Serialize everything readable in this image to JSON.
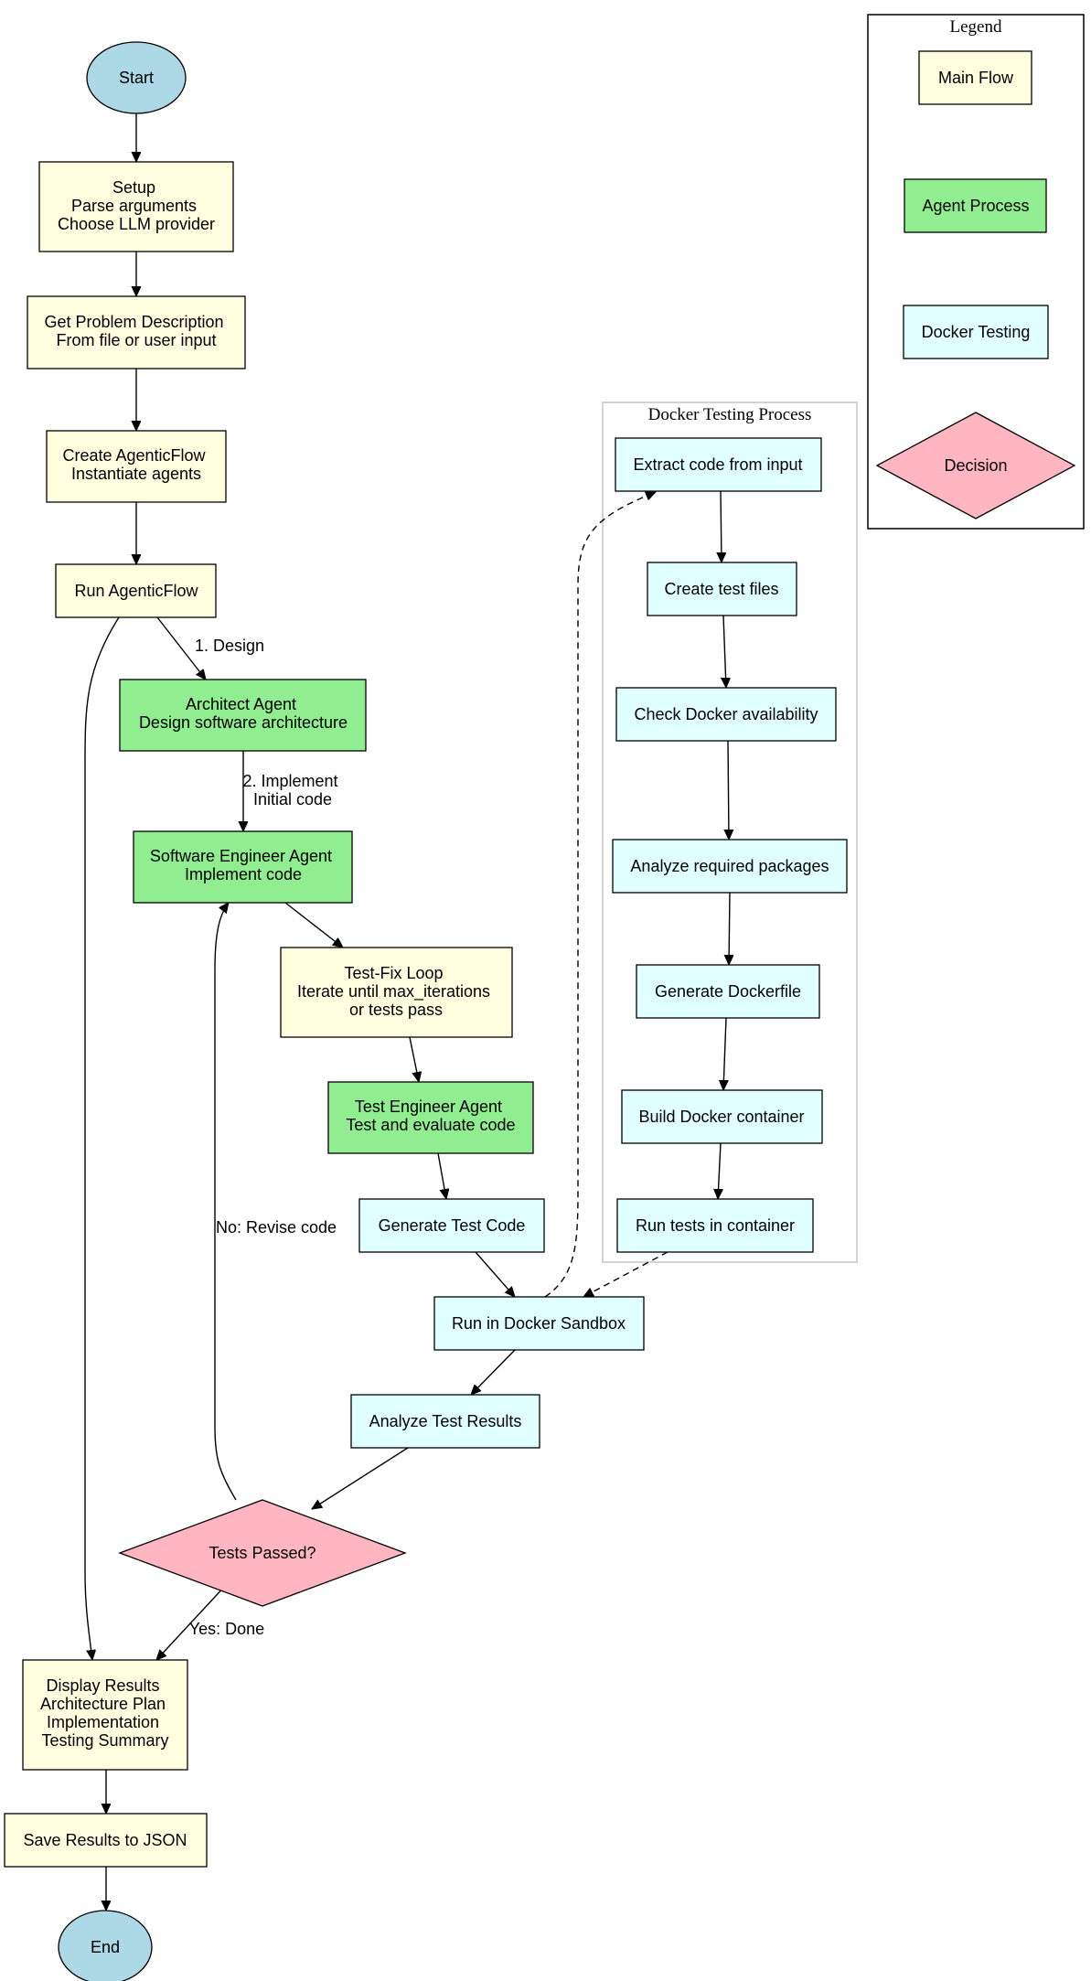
{
  "colors": {
    "main_flow": "#ffffe0",
    "agent_process": "#90ee90",
    "docker_testing": "#e0ffff",
    "decision": "#ffb6c1",
    "terminal": "#add8e6",
    "cluster_border": "#d3d3d3"
  },
  "nodes": {
    "start": [
      "Start"
    ],
    "setup": [
      "Setup",
      "Parse arguments",
      "Choose LLM provider"
    ],
    "get_problem": [
      "Get Problem Description",
      "From file or user input"
    ],
    "create_flow": [
      "Create AgenticFlow",
      "Instantiate agents"
    ],
    "run_flow": [
      "Run AgenticFlow"
    ],
    "architect": [
      "Architect Agent",
      "Design software architecture"
    ],
    "engineer": [
      "Software Engineer Agent",
      "Implement code"
    ],
    "test_fix": [
      "Test-Fix Loop",
      "Iterate until max_iterations",
      "or tests pass"
    ],
    "test_engineer": [
      "Test Engineer Agent",
      "Test and evaluate code"
    ],
    "gen_test_code": [
      "Generate Test Code"
    ],
    "run_docker": [
      "Run in Docker Sandbox"
    ],
    "analyze_results": [
      "Analyze Test Results"
    ],
    "tests_passed": [
      "Tests Passed?"
    ],
    "display": [
      "Display Results",
      "Architecture Plan",
      "Implementation",
      "Testing Summary"
    ],
    "save": [
      "Save Results to JSON"
    ],
    "end": [
      "End"
    ],
    "extract_code": [
      "Extract code from input"
    ],
    "create_test_files": [
      "Create test files"
    ],
    "check_docker": [
      "Check Docker availability"
    ],
    "analyze_packages": [
      "Analyze required packages"
    ],
    "gen_dockerfile": [
      "Generate Dockerfile"
    ],
    "build_container": [
      "Build Docker container"
    ],
    "run_tests_container": [
      "Run tests in container"
    ]
  },
  "edge_labels": {
    "design": [
      "1. Design"
    ],
    "implement": [
      "2. Implement",
      "Initial code"
    ],
    "revise": [
      "No: Revise code"
    ],
    "done": [
      "Yes: Done"
    ]
  },
  "clusters": {
    "docker_title": "Docker Testing Process",
    "legend_title": "Legend"
  },
  "legend": {
    "main_flow": [
      "Main Flow"
    ],
    "agent_process": [
      "Agent Process"
    ],
    "docker_testing": [
      "Docker Testing"
    ],
    "decision": [
      "Decision"
    ]
  }
}
